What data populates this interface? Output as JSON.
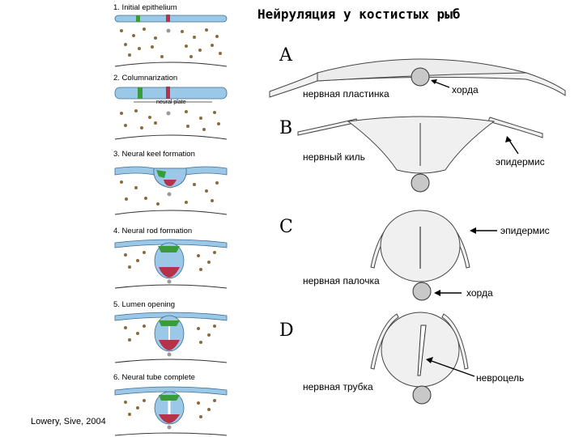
{
  "title": "Нейруляция у костистых рыб",
  "credit": "Lowery, Sive, 2004",
  "left_stages": [
    {
      "label": "1.  Initial epithelium"
    },
    {
      "label": "2.  Columnarization",
      "inner_label": "neural plate"
    },
    {
      "label": "3.  Neural keel formation"
    },
    {
      "label": "4.  Neural rod formation"
    },
    {
      "label": "5.  Lumen opening"
    },
    {
      "label": "6.  Neural tube complete"
    }
  ],
  "right_panels": [
    {
      "letter": "A",
      "labels": [
        "нервная пластинка",
        "хорда"
      ]
    },
    {
      "letter": "B",
      "labels": [
        "нервный киль",
        "эпидермис"
      ]
    },
    {
      "letter": "C",
      "labels": [
        "эпидермис",
        "нервная палочка",
        "хорда"
      ]
    },
    {
      "letter": "D",
      "labels": [
        "нервная трубка",
        "невроцель"
      ]
    }
  ],
  "colors": {
    "epithelium": "#9cc8e8",
    "green_cell": "#3a9b3a",
    "red_cell": "#b5334a",
    "mesenchyme": "#8b6a3e",
    "notochord": "#c8c8c8"
  }
}
